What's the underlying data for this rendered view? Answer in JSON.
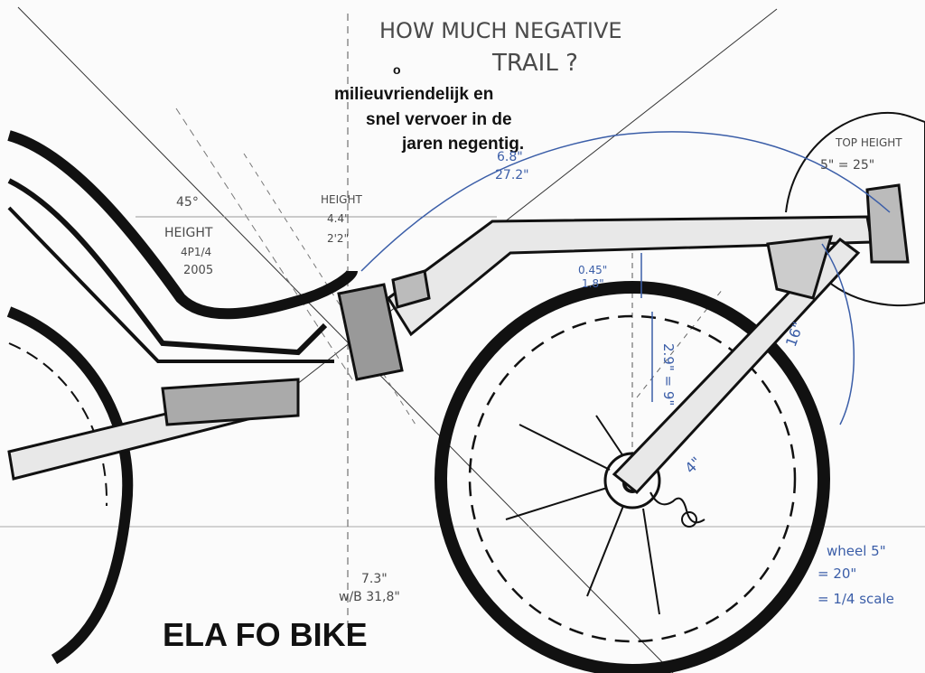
{
  "title": {
    "line1": "HOW MUCH NEGATIVE",
    "line2": "TRAIL ?"
  },
  "mirrored_caption": [
    "o",
    "milieuvriendelijk en",
    "snel vervoer in de",
    "jaren negentig."
  ],
  "mirrored_footer": "ELA FO BIKE",
  "seat_annotation": {
    "angle": "45°",
    "label": "HEIGHT",
    "value1": "4P1/4",
    "value2": "2005"
  },
  "mid_annotation": {
    "label": "HEIGHT",
    "value1": "4.4\"",
    "value2": "2'2\""
  },
  "boom_annotation": {
    "value1": "6.8\"",
    "value2": "27.2\""
  },
  "rear_top_annotation": {
    "label": "TOP HEIGHT",
    "value": "5\" = 25\""
  },
  "gap_annotation": {
    "value1": "0.45\"",
    "value2": "1.8\""
  },
  "wheel_annotation": {
    "value": "2.9\" = 9\""
  },
  "fork_annotation": {
    "value": "16\""
  },
  "hub_annotation": {
    "value": "4\""
  },
  "bottom_mirrored_note": {
    "line1": "w/B 31,8\"",
    "line2": "7.3\""
  },
  "scale_note": {
    "line1": "wheel 5\"",
    "line2": "= 20\"",
    "line3": "= 1/4 scale"
  },
  "colors": {
    "pencil": "#4a4a4a",
    "blue_ink": "#3b5ea8",
    "frame": "#1a1a1a",
    "paper": "#fbfbfb"
  }
}
